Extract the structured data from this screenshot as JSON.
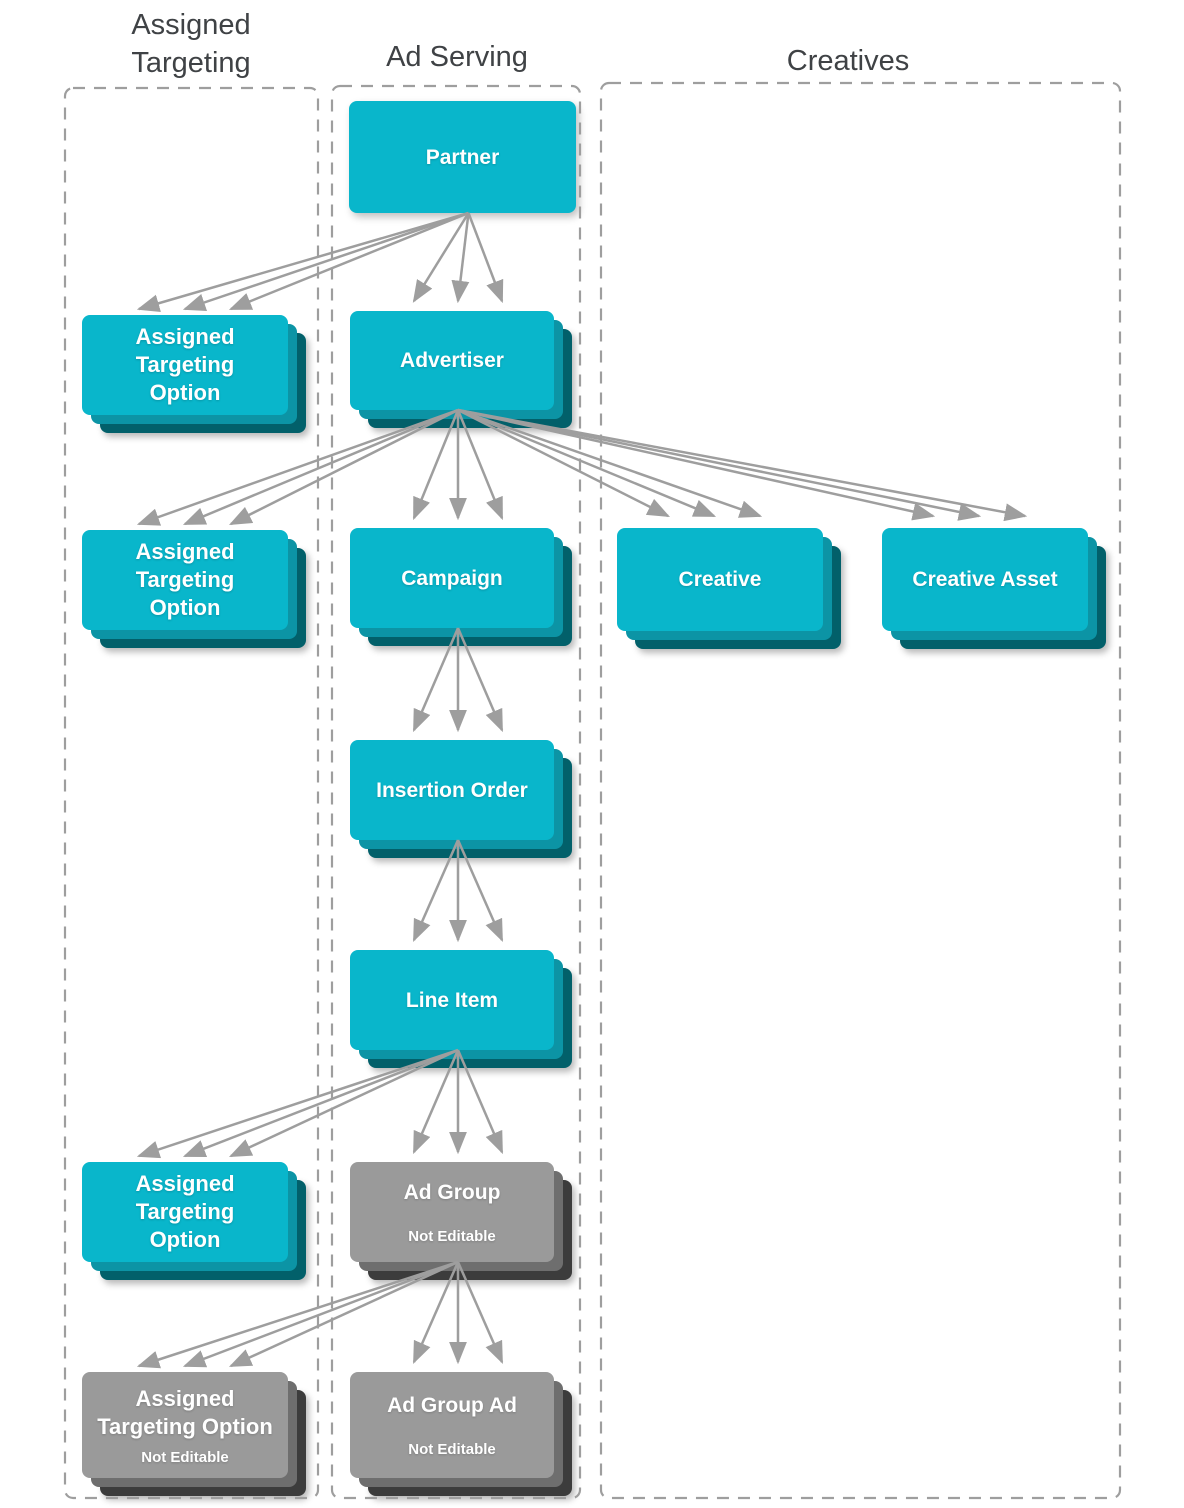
{
  "diagram": {
    "columns": [
      {
        "id": "assigned-targeting",
        "title": "Assigned\nTargeting"
      },
      {
        "id": "ad-serving",
        "title": "Ad Serving"
      },
      {
        "id": "creatives",
        "title": "Creatives"
      }
    ],
    "nodes": [
      {
        "id": "partner",
        "label": "Partner",
        "variant": "cyan-flat"
      },
      {
        "id": "ato-advertiser",
        "label": "Assigned\nTargeting\nOption",
        "variant": "cyan-stack"
      },
      {
        "id": "advertiser",
        "label": "Advertiser",
        "variant": "cyan-stack"
      },
      {
        "id": "ato-campaign",
        "label": "Assigned\nTargeting\nOption",
        "variant": "cyan-stack"
      },
      {
        "id": "campaign",
        "label": "Campaign",
        "variant": "cyan-stack"
      },
      {
        "id": "creative",
        "label": "Creative",
        "variant": "cyan-stack"
      },
      {
        "id": "creative-asset",
        "label": "Creative Asset",
        "variant": "cyan-stack"
      },
      {
        "id": "insertion-order",
        "label": "Insertion Order",
        "variant": "cyan-stack"
      },
      {
        "id": "line-item",
        "label": "Line Item",
        "variant": "cyan-stack"
      },
      {
        "id": "ato-line-item",
        "label": "Assigned\nTargeting\nOption",
        "variant": "cyan-stack"
      },
      {
        "id": "ad-group",
        "label": "Ad Group",
        "sublabel": "Not Editable",
        "variant": "gray-stack"
      },
      {
        "id": "ato-ad-group",
        "label": "Assigned\nTargeting Option",
        "sublabel": "Not Editable",
        "variant": "gray-stack"
      },
      {
        "id": "ad-group-ad",
        "label": "Ad Group Ad",
        "sublabel": "Not Editable",
        "variant": "gray-stack"
      }
    ],
    "edges": [
      {
        "from": "partner",
        "to": "ato-advertiser"
      },
      {
        "from": "partner",
        "to": "advertiser"
      },
      {
        "from": "advertiser",
        "to": "ato-campaign"
      },
      {
        "from": "advertiser",
        "to": "campaign"
      },
      {
        "from": "advertiser",
        "to": "creative"
      },
      {
        "from": "advertiser",
        "to": "creative-asset"
      },
      {
        "from": "campaign",
        "to": "insertion-order"
      },
      {
        "from": "insertion-order",
        "to": "line-item"
      },
      {
        "from": "line-item",
        "to": "ato-line-item"
      },
      {
        "from": "line-item",
        "to": "ad-group"
      },
      {
        "from": "ad-group",
        "to": "ato-ad-group"
      },
      {
        "from": "ad-group",
        "to": "ad-group-ad"
      }
    ],
    "colors": {
      "cyan": "#09b6cb",
      "cyan_mid": "#0c94a5",
      "cyan_dark": "#02606a",
      "gray": "#9a9a9a",
      "gray_mid": "#6e6e6e",
      "gray_dark": "#3c3c3c",
      "arrow": "#9e9e9e",
      "dashed_border": "#9e9e9e",
      "heading_text": "#3f4245"
    }
  }
}
